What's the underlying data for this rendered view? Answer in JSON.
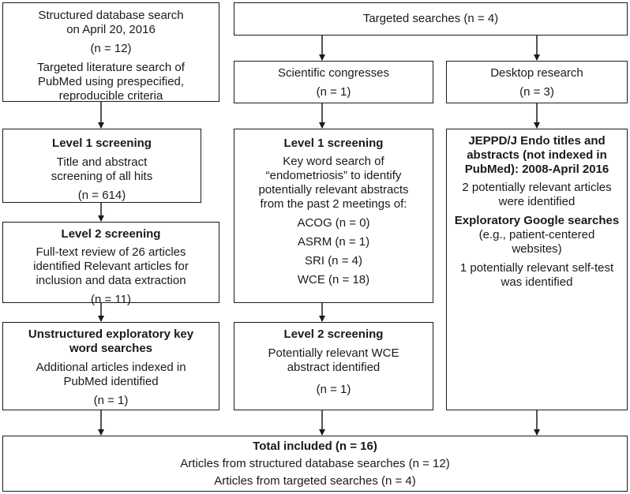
{
  "left": {
    "search": {
      "line1": "Structured database search",
      "line2": "on April 20, 2016",
      "count": "(n = 12)",
      "desc1": "Targeted literature search of",
      "desc2": "PubMed using prespecified,",
      "desc3": "reproducible criteria"
    },
    "level1": {
      "title": "Level 1 screening",
      "desc1": "Title and abstract",
      "desc2": "screening of all hits",
      "count": "(n = 614)"
    },
    "level2": {
      "title": "Level 2 screening",
      "desc1": "Full-text review of 26 articles",
      "desc2": "identified Relevant articles for",
      "desc3": "inclusion and data extraction",
      "count": "(n = 11)"
    },
    "unstructured": {
      "title1": "Unstructured exploratory key",
      "title2": "word searches",
      "desc1": "Additional articles indexed in",
      "desc2": "PubMed identified",
      "count": "(n = 1)"
    }
  },
  "targeted": {
    "label": "Targeted searches (n = 4)"
  },
  "middle": {
    "congresses": {
      "label": "Scientific congresses",
      "count": "(n = 1)"
    },
    "level1": {
      "title": "Level 1 screening",
      "desc1": "Key word search of",
      "desc2": "“endometriosis” to identify",
      "desc3": "potentially relevant abstracts",
      "desc4": "from the past 2 meetings of:",
      "acog": "ACOG (n = 0)",
      "asrm": "ASRM (n = 1)",
      "sri": "SRI (n = 4)",
      "wce": "WCE (n = 18)"
    },
    "level2": {
      "title": "Level 2 screening",
      "desc1": "Potentially relevant WCE",
      "desc2": "abstract identified",
      "count": "(n = 1)"
    }
  },
  "right": {
    "desktop": {
      "label": "Desktop research",
      "count": "(n = 3)"
    },
    "jeppd": {
      "title1": "JEPPD/J Endo titles and",
      "title2": "abstracts (not indexed in",
      "title3": "PubMed): 2008-April 2016",
      "desc1": "2 potentially relevant articles",
      "desc2": "were identified",
      "google_title": "Exploratory Google searches",
      "google1": "(e.g., patient-centered",
      "google2": "websites)",
      "selftest1": "1 potentially relevant self-test",
      "selftest2": "was identified"
    }
  },
  "total": {
    "title": "Total included (n = 16)",
    "line1": "Articles from structured database searches (n = 12)",
    "line2": "Articles from targeted searches (n = 4)"
  }
}
